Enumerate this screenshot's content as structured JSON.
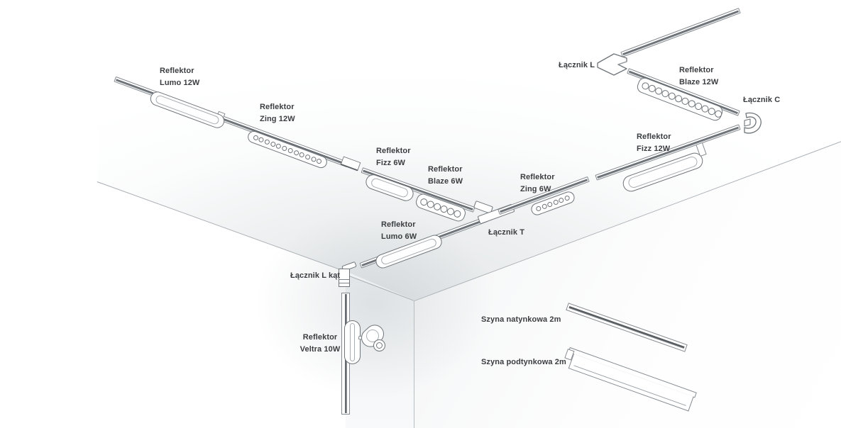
{
  "diagram": {
    "kind": "exploded isometric schematic of a magnetic track lighting system mounted on a room ceiling and wall corner",
    "language": "pl"
  },
  "labels": {
    "reflektor_lumo_12w": {
      "line1": "Reflektor",
      "line2": "Lumo 12W"
    },
    "reflektor_zing_12w": {
      "line1": "Reflektor",
      "line2": "Zing 12W"
    },
    "reflektor_fizz_6w": {
      "line1": "Reflektor",
      "line2": "Fizz 6W"
    },
    "reflektor_blaze_6w": {
      "line1": "Reflektor",
      "line2": "Blaze 6W"
    },
    "reflektor_lumo_6w": {
      "line1": "Reflektor",
      "line2": "Lumo 6W"
    },
    "reflektor_zing_6w": {
      "line1": "Reflektor",
      "line2": "Zing 6W"
    },
    "reflektor_fizz_12w": {
      "line1": "Reflektor",
      "line2": "Fizz 12W"
    },
    "reflektor_blaze_12w": {
      "line1": "Reflektor",
      "line2": "Blaze 12W"
    },
    "reflektor_veltra_10w": {
      "line1": "Reflektor",
      "line2": "Veltra 10W"
    },
    "lacznik_l": {
      "label": "Łącznik L"
    },
    "lacznik_c": {
      "label": "Łącznik C"
    },
    "lacznik_t": {
      "label": "Łącznik T"
    },
    "lacznik_l_kat": {
      "label": "Łącznik L kąt"
    },
    "szyna_natynkowa": {
      "label": "Szyna natynkowa 2m"
    },
    "szyna_podtynkowa": {
      "label": "Szyna podtynkowa 2m"
    }
  },
  "dot_counts": {
    "zing_12w": 12,
    "blaze_12w": 12,
    "zing_6w": 6,
    "blaze_6w": 6
  },
  "colors": {
    "outline": "#6f757a",
    "track_slot": "#53595e",
    "text": "#3b3e41",
    "wall_shade": "#e6e9eb",
    "background": "#ffffff"
  }
}
